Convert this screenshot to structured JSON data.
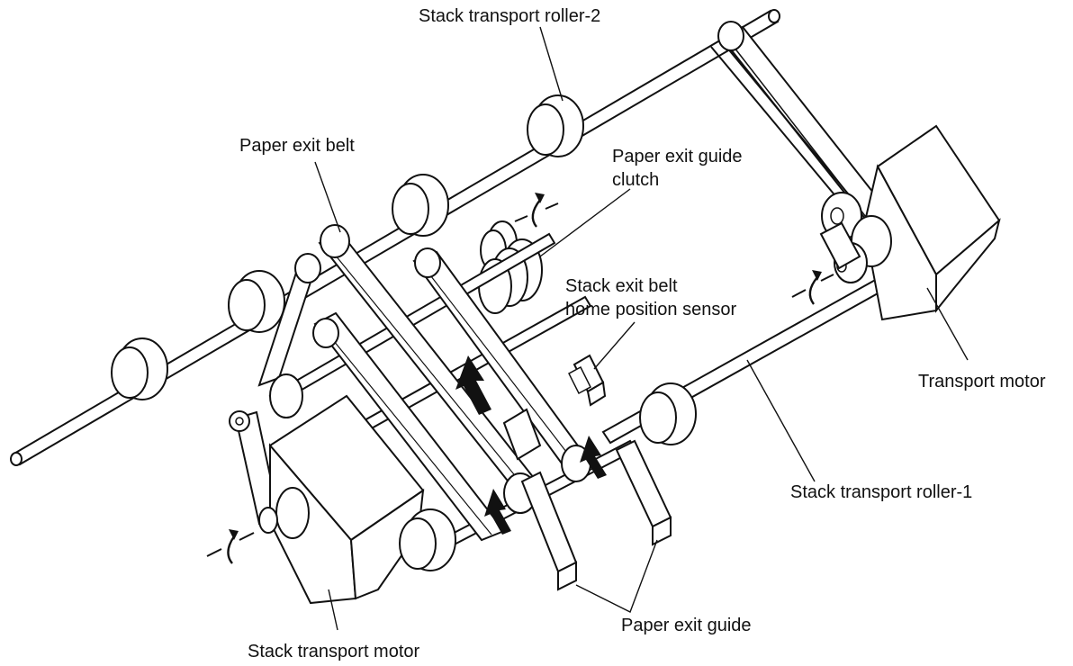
{
  "labels": {
    "stack_transport_roller_2": "Stack transport roller-2",
    "paper_exit_belt": "Paper exit belt",
    "paper_exit_guide_clutch": [
      "Paper exit guide",
      "clutch"
    ],
    "stack_exit_belt_sensor": [
      "Stack exit belt",
      "home position sensor"
    ],
    "transport_motor": "Transport motor",
    "stack_transport_roller_1": "Stack transport roller-1",
    "paper_exit_guide": "Paper exit guide",
    "stack_transport_motor": "Stack transport motor"
  },
  "colors": {
    "line": "#111111",
    "part_fill": "#ffffff",
    "arrow": "#111111"
  }
}
